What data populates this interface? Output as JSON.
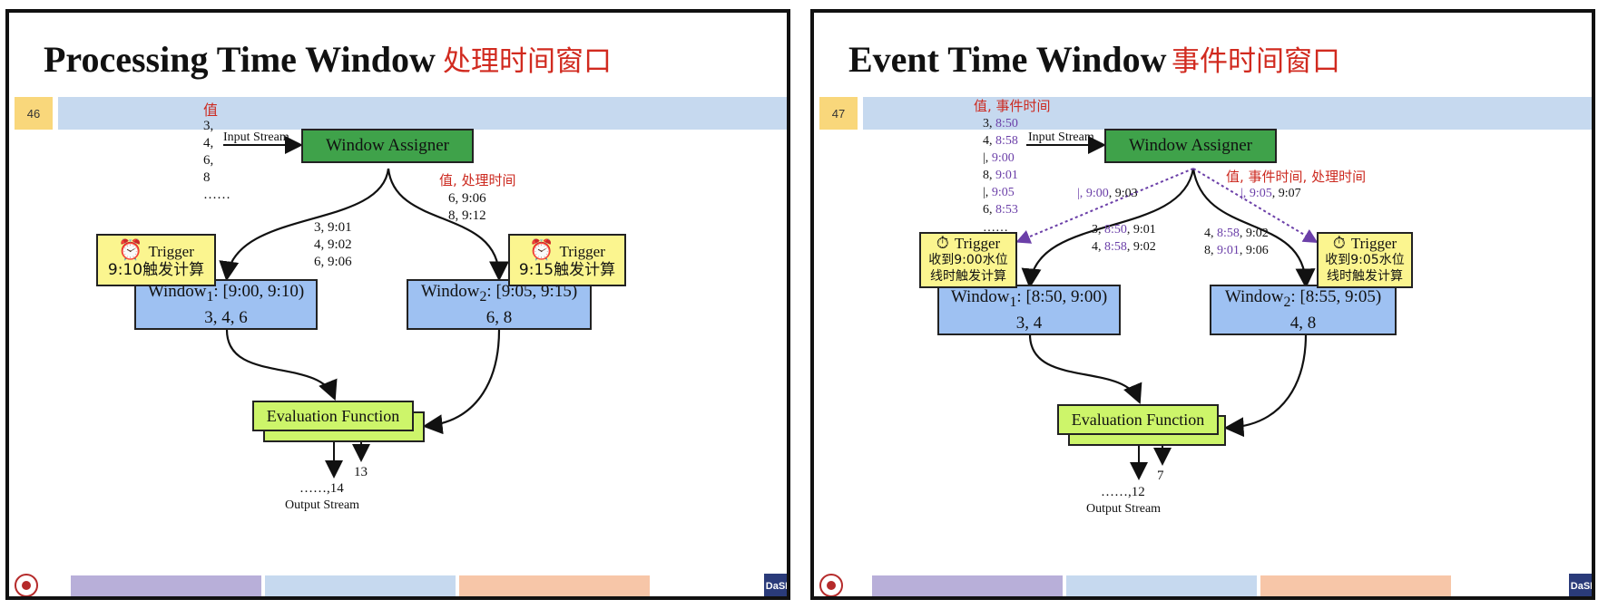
{
  "left": {
    "title": "Processing Time Window",
    "subtitle": "处理时间窗口",
    "slide_number": "46",
    "value_label": "值",
    "input_values": [
      "3,",
      "4,",
      "6,",
      "8",
      "……"
    ],
    "input_stream_label": "Input Stream",
    "assigner_label": "Window Assigner",
    "right_branch_label": "值, 处理时间",
    "right_branch_values": [
      "6, 9:06",
      "8, 9:12"
    ],
    "left_branch_values": [
      "3, 9:01",
      "4, 9:02",
      "6, 9:06"
    ],
    "trigger1": {
      "title": "Trigger",
      "action": "9:10触发计算"
    },
    "trigger2": {
      "title": "Trigger",
      "action": "9:15触发计算"
    },
    "window1": {
      "name": "Window",
      "sub": "1",
      "range": ": [9:00, 9:10)",
      "values": "3, 4, 6"
    },
    "window2": {
      "name": "Window",
      "sub": "2",
      "range": ": [9:05, 9:15)",
      "values": "6, 8"
    },
    "eval_label": "Evaluation Function",
    "output_a": "……,14",
    "output_b": "13",
    "output_stream_label": "Output Stream"
  },
  "right": {
    "title": "Event Time Window",
    "subtitle": "事件时间窗口",
    "slide_number": "47",
    "value_label": "值, 事件时间",
    "input_values": [
      {
        "v": "3, ",
        "t": "8:50"
      },
      {
        "v": "4, ",
        "t": "8:58"
      },
      {
        "v": "|, ",
        "t": "9:00"
      },
      {
        "v": "8, ",
        "t": "9:01"
      },
      {
        "v": "|, ",
        "t": "9:05"
      },
      {
        "v": "6, ",
        "t": "8:53"
      }
    ],
    "input_ellipsis": "……",
    "input_stream_label": "Input Stream",
    "assigner_label": "Window Assigner",
    "right_branch_label": "值, 事件时间, 处理时间",
    "watermark_left": {
      "v": "|, ",
      "t": "9:00",
      "p": ", 9:03"
    },
    "watermark_right": {
      "v": "|, ",
      "t": "9:05",
      "p": ", 9:07"
    },
    "left_branch_values": [
      {
        "v": "3, ",
        "t": "8:50",
        "p": ", 9:01"
      },
      {
        "v": "4, ",
        "t": "8:58",
        "p": ", 9:02"
      }
    ],
    "right_branch_values": [
      {
        "v": "4, ",
        "t": "8:58",
        "p": ", 9:02"
      },
      {
        "v": "8, ",
        "t": "9:01",
        "p": ", 9:06"
      }
    ],
    "trigger1": {
      "title": "Trigger",
      "line1": "收到9:00水位",
      "line2": "线时触发计算"
    },
    "trigger2": {
      "title": "Trigger",
      "line1": "收到9:05水位",
      "line2": "线时触发计算"
    },
    "window1": {
      "name": "Window",
      "sub": "1",
      "range": ": [8:50, 9:00)",
      "values": "3, 4"
    },
    "window2": {
      "name": "Window",
      "sub": "2",
      "range": ": [8:55, 9:05)",
      "values": "4, 8"
    },
    "eval_label": "Evaluation Function",
    "output_a": "……,12",
    "output_b": "7",
    "output_stream_label": "Output Stream"
  },
  "footer": {
    "logo_text": "DaSI",
    "strip_colors": [
      "#b8afd9",
      "#c6d9ef",
      "#f7c6a8"
    ]
  },
  "colors": {
    "title_red": "#d12a1f",
    "assigner_green": "#3fa24a",
    "window_blue": "#9ec1f2",
    "trigger_yellow": "#fbf58f",
    "eval_green": "#cdf56a",
    "event_time_purple": "#6b3fa8"
  }
}
